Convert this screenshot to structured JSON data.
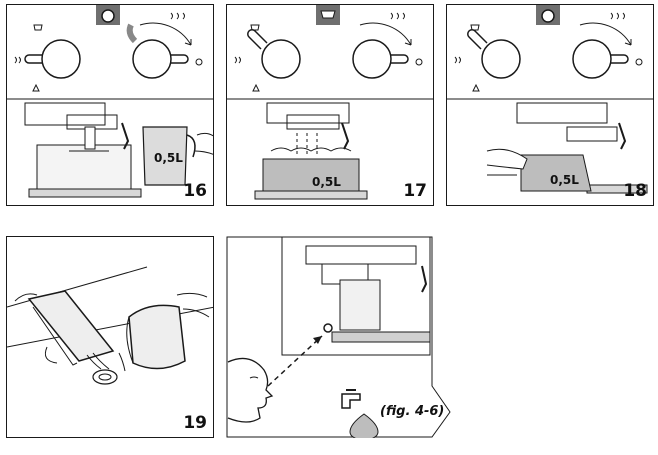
{
  "figures": [
    {
      "number": "16",
      "jug_label": "0,5L"
    },
    {
      "number": "17",
      "tray_label": "0,5L"
    },
    {
      "number": "18",
      "tray_label": "0,5L"
    },
    {
      "number": "19"
    },
    {
      "reference": "(fig. 4-6)"
    }
  ],
  "icons": [
    "steam-icon",
    "hot-water-icon",
    "cup-icon",
    "light-indicator-icon",
    "tap-icon",
    "drop-icon",
    "face-icon"
  ],
  "colors": {
    "line": "#1a1a1a",
    "panel_grey": "#e6e6e6",
    "tray_grey": "#bdbdbd",
    "light_on": "#6f6f6f"
  }
}
